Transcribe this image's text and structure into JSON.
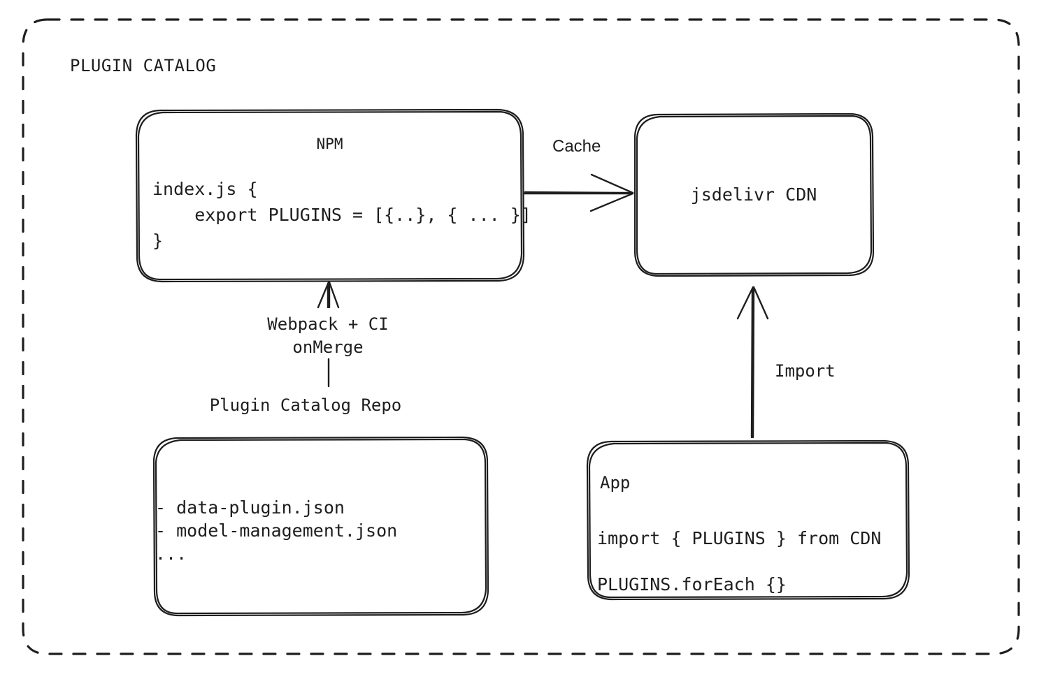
{
  "diagram": {
    "group_title": "PLUGIN CATALOG",
    "colors": {
      "stroke": "#1e1e1e",
      "text": "#1e1e1e",
      "background": "#ffffff"
    },
    "nodes": {
      "npm": {
        "title": "NPM",
        "code": "index.js {\n    export PLUGINS = [{..}, { ... }]\n}"
      },
      "cdn": {
        "label": "jsdelivr CDN"
      },
      "repo_caption": "Plugin Catalog Repo",
      "repo": {
        "lines": "- data-plugin.json\n- model-management.json\n..."
      },
      "app": {
        "title": "App",
        "line1": "import { PLUGINS } from CDN",
        "line2": "PLUGINS.forEach {}"
      }
    },
    "edges": {
      "cache": "Cache",
      "webpack": "Webpack + CI\nonMerge",
      "import": "Import"
    }
  }
}
